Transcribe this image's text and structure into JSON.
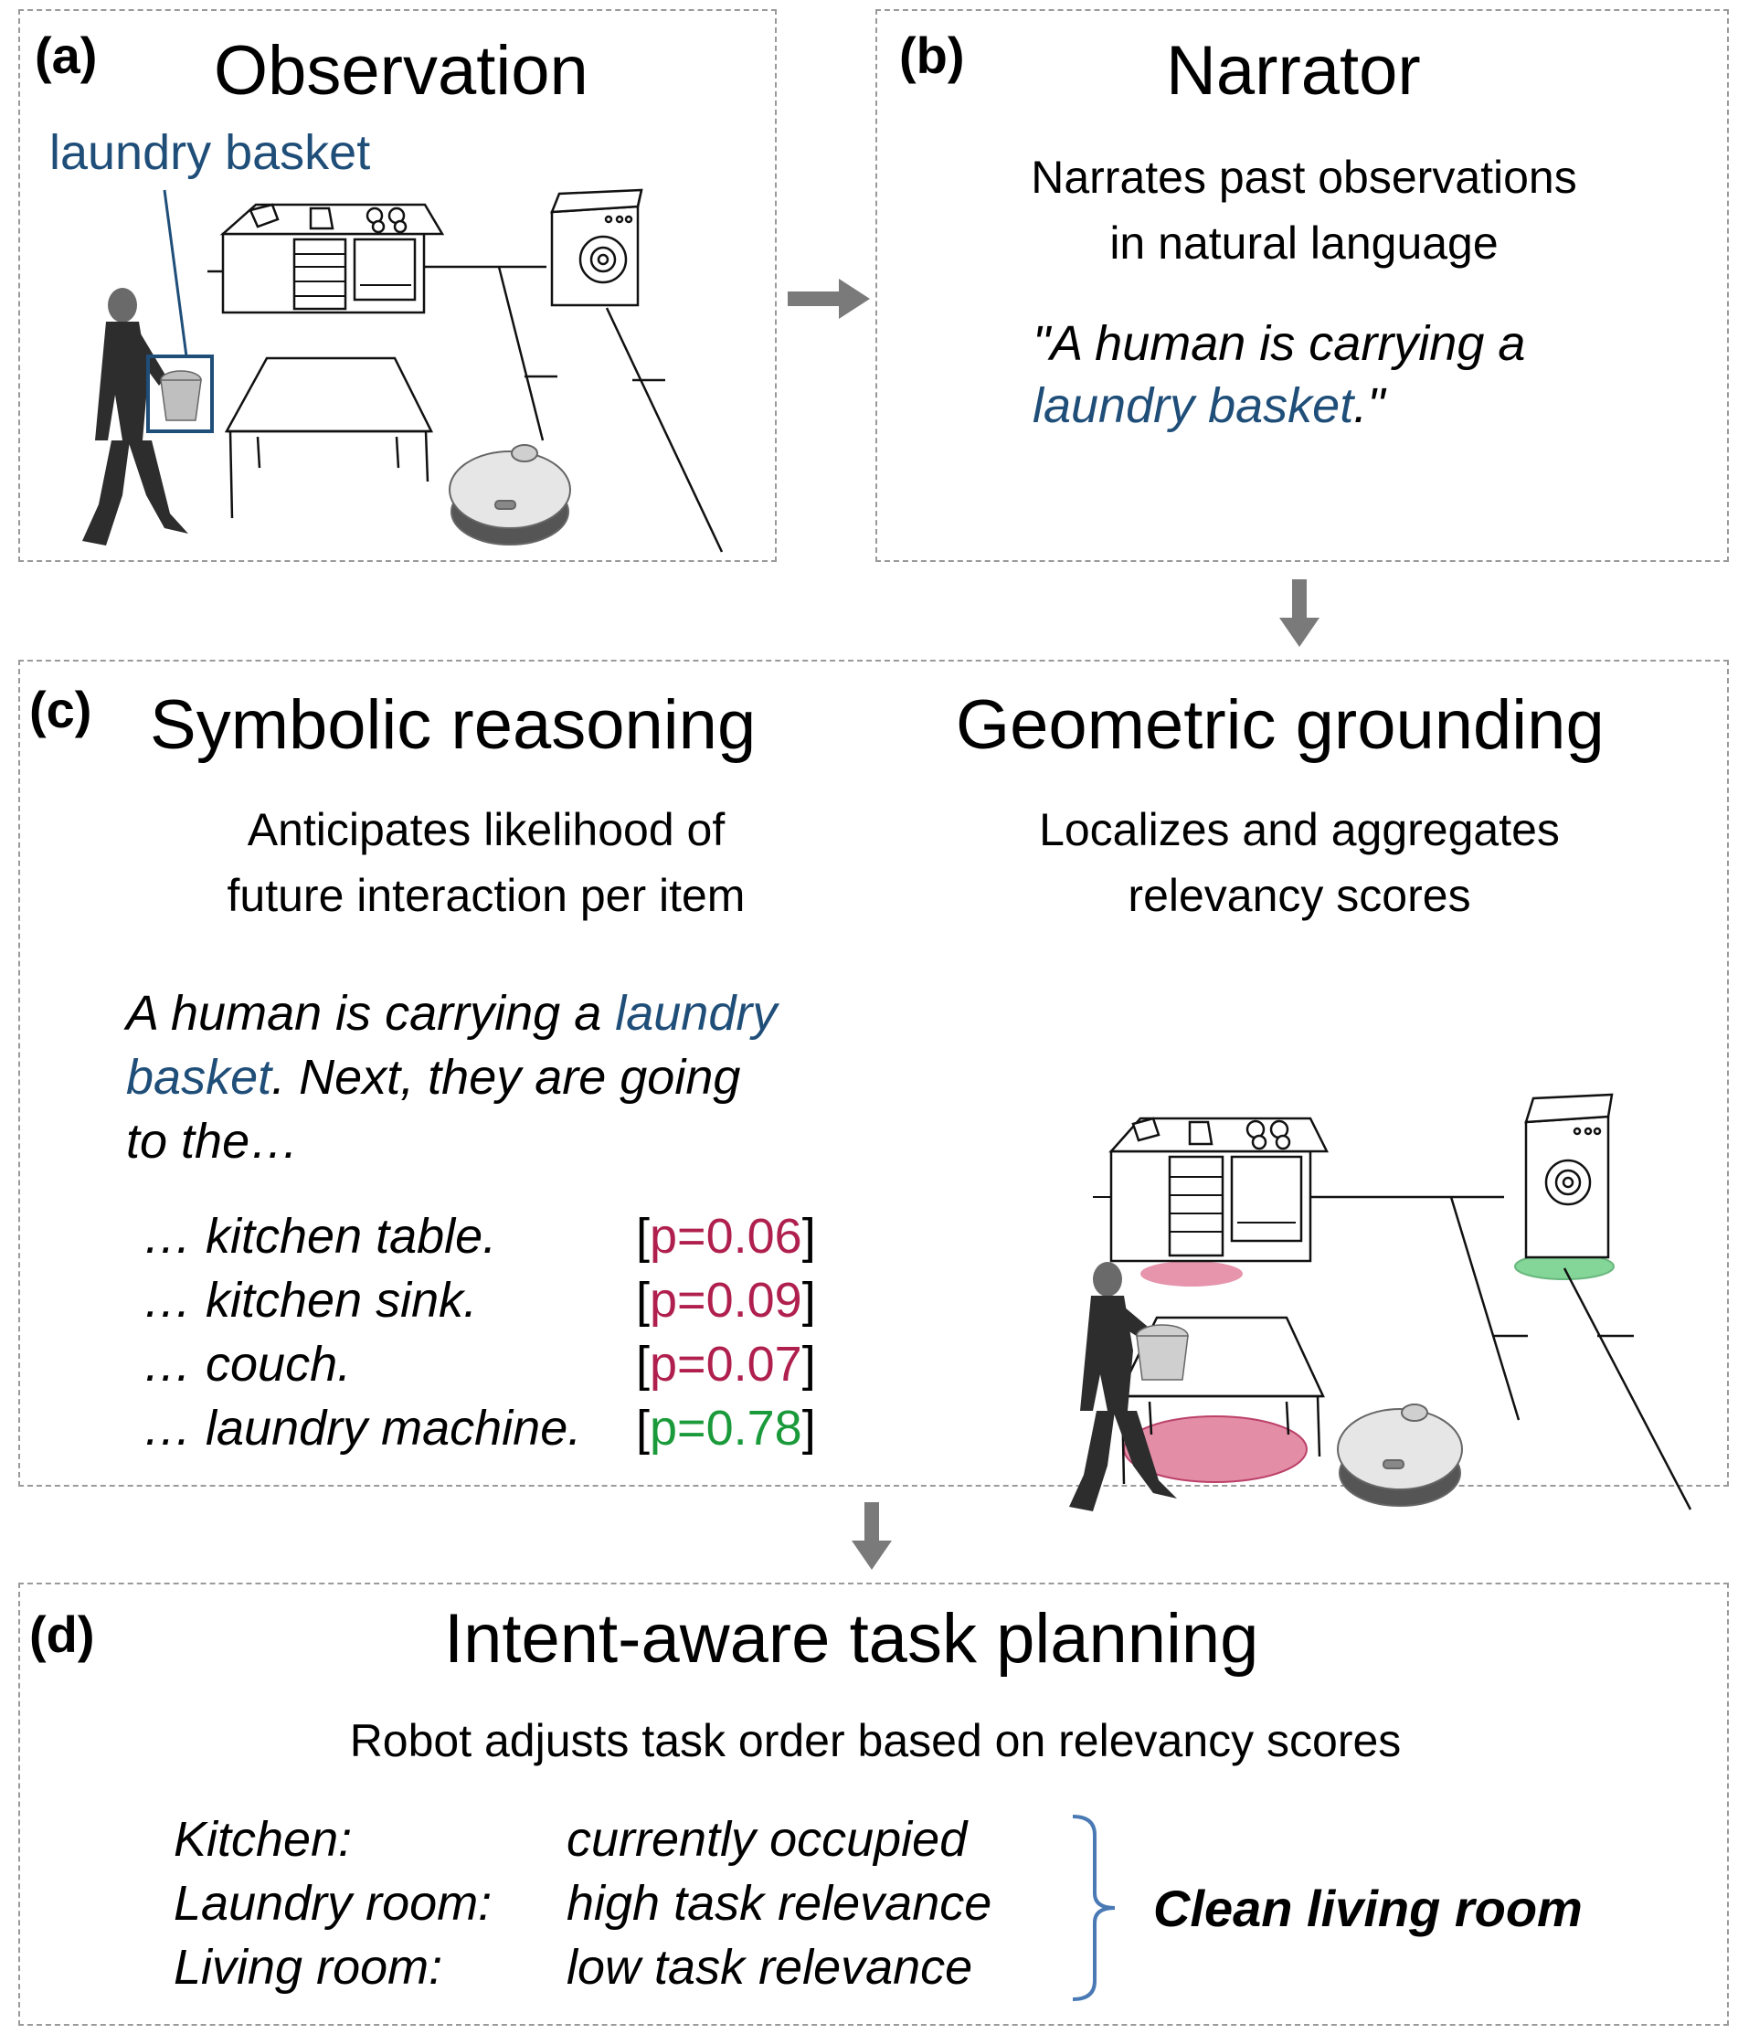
{
  "panel_a": {
    "label": "(a)",
    "title": "Observation",
    "callout": "laundry basket"
  },
  "panel_b": {
    "label": "(b)",
    "title": "Narrator",
    "subtitle_line1": "Narrates past observations",
    "subtitle_line2": "in natural language",
    "quote_line1": "\"A human is carrying a",
    "quote_highlight": "laundry basket",
    "quote_end": ".\""
  },
  "panel_c": {
    "label": "(c)",
    "left_title": "Symbolic reasoning",
    "left_sub_line1": "Anticipates likelihood of",
    "left_sub_line2": "future interaction per item",
    "prompt_part1": "A human is carrying a ",
    "prompt_highlight1": "laundry",
    "prompt_highlight2": "basket",
    "prompt_part2": ". Next, they are going",
    "prompt_part3": "to the…",
    "options": [
      {
        "text": "… kitchen table.",
        "prob": "p=0.06",
        "color": "#b0204f"
      },
      {
        "text": "… kitchen sink.",
        "prob": "p=0.09",
        "color": "#b0204f"
      },
      {
        "text": "… couch.",
        "prob": "p=0.07",
        "color": "#b0204f"
      },
      {
        "text": "… laundry machine.",
        "prob": "p=0.78",
        "color": "#1a9a3a"
      }
    ],
    "right_title": "Geometric grounding",
    "right_sub_line1": "Localizes and aggregates",
    "right_sub_line2": "relevancy scores"
  },
  "panel_d": {
    "label": "(d)",
    "title": "Intent-aware task planning",
    "subtitle": "Robot adjusts task order based on relevancy scores",
    "rooms": [
      {
        "room": "Kitchen:",
        "status": "currently occupied"
      },
      {
        "room": "Laundry room:",
        "status": "high task relevance"
      },
      {
        "room": "Living room:",
        "status": "low task relevance"
      }
    ],
    "decision": "Clean living room"
  },
  "colors": {
    "highlight_blue": "#1f4e79",
    "low_prob": "#b0204f",
    "high_prob": "#1a9a3a",
    "bracket": "#4a7ab5",
    "arrow": "#7a7a7a"
  }
}
